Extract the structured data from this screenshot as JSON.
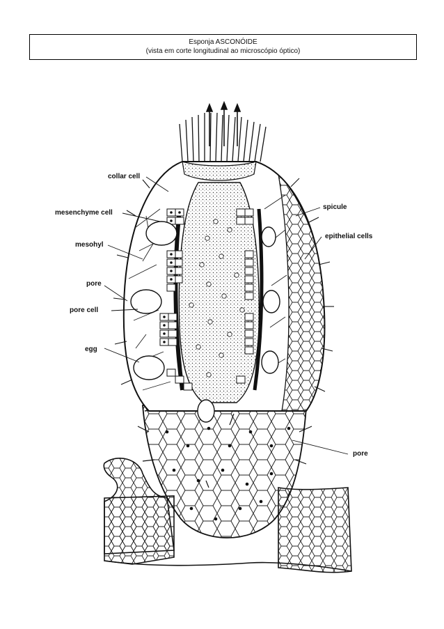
{
  "header": {
    "title": "Esponja ASCONÓIDE",
    "subtitle": "(vista em corte longitudinal  ao microscópio óptico)"
  },
  "labels": {
    "collar_cell": "collar cell",
    "mesenchyme_cell": "mesenchyme cell",
    "mesohyl": "mesohyl",
    "pore": "pore",
    "pore_cell": "pore cell",
    "egg": "egg",
    "spicule": "spicule",
    "epithelial_cells": "epithelial cells",
    "pore_right": "pore"
  },
  "colors": {
    "ink": "#111111",
    "background": "#ffffff"
  }
}
